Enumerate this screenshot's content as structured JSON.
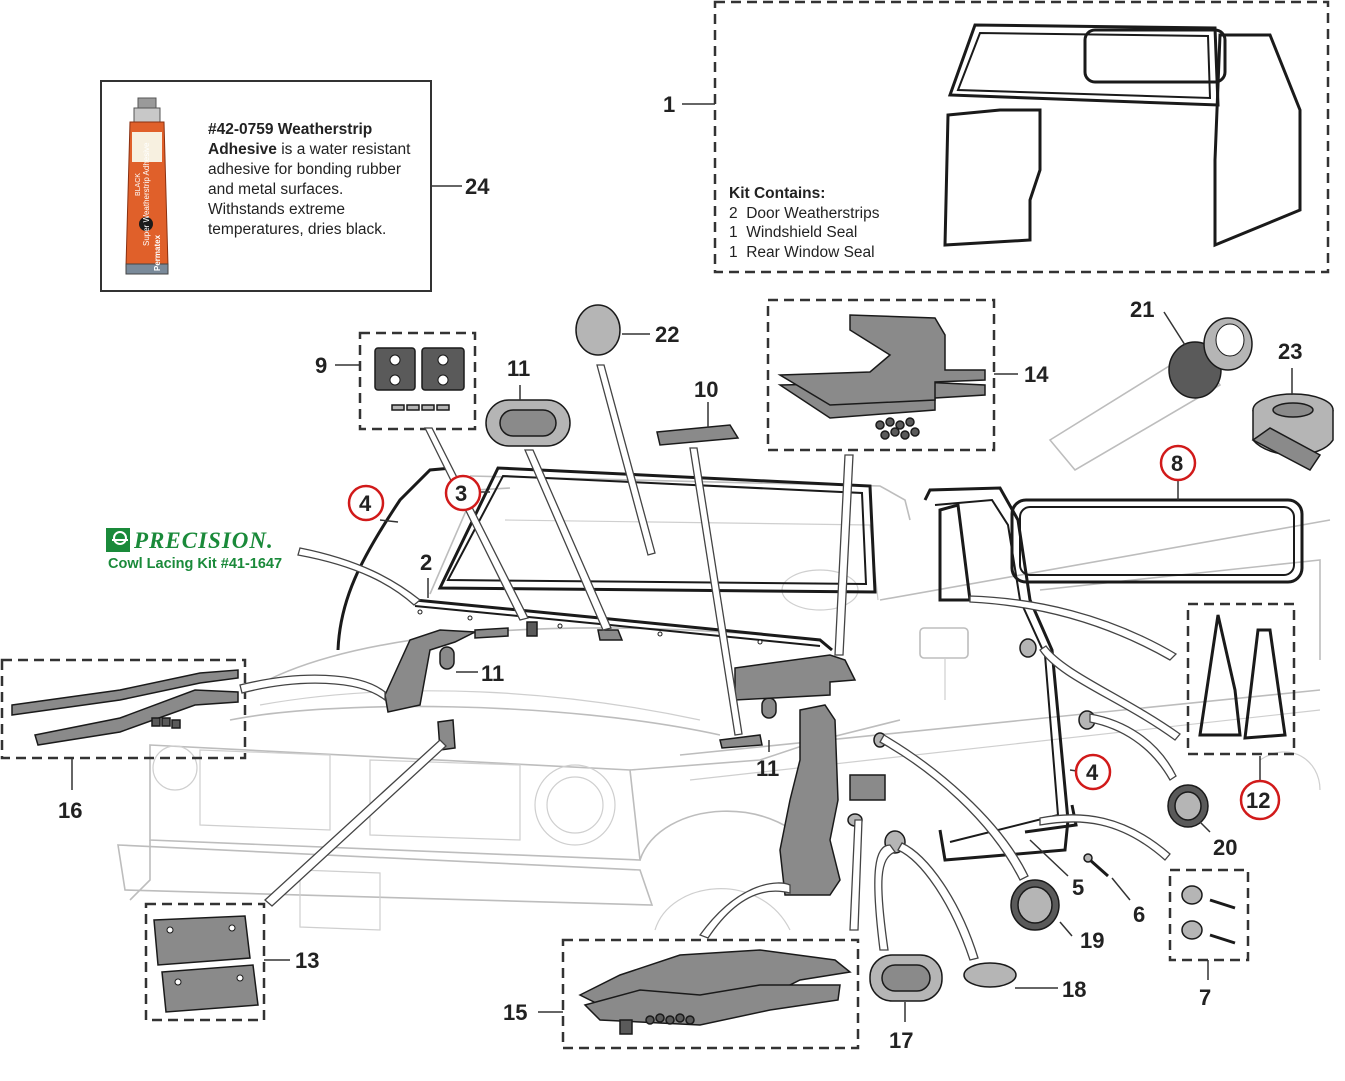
{
  "adhesive_box": {
    "part_number": "#42-0759 Weatherstrip",
    "part_name": "Adhesive",
    "description": " is a water resistant adhesive for bonding rubber and metal surfaces. Withstands extreme temperatures, dries black.",
    "tube_brand": "Permatex",
    "tube_label": "Super Weatherstrip Adhesive",
    "tube_color": "BLACK"
  },
  "kit_box": {
    "title": "Kit Contains:",
    "items": [
      "2  Door Weatherstrips",
      "1  Windshield Seal",
      "1  Rear Window Seal"
    ]
  },
  "brand": {
    "name": "PRECISION.",
    "subtitle": "Cowl Lacing Kit #41-1647",
    "color": "#1a8a3a"
  },
  "callouts": {
    "c1": "1",
    "c2": "2",
    "c3": "3",
    "c4a": "4",
    "c4b": "4",
    "c5": "5",
    "c6": "6",
    "c7": "7",
    "c8": "8",
    "c9": "9",
    "c10": "10",
    "c11a": "11",
    "c11b": "11",
    "c11c": "11",
    "c12": "12",
    "c13": "13",
    "c14": "14",
    "c15": "15",
    "c16": "16",
    "c17": "17",
    "c18": "18",
    "c19": "19",
    "c20": "20",
    "c21": "21",
    "c22": "22",
    "c23": "23",
    "c24": "24"
  },
  "colors": {
    "highlight_ring": "#d11a1a",
    "truck_outline": "#bdbdbd",
    "part_fill": "#8a8a8a",
    "tube_orange": "#e0602a"
  }
}
